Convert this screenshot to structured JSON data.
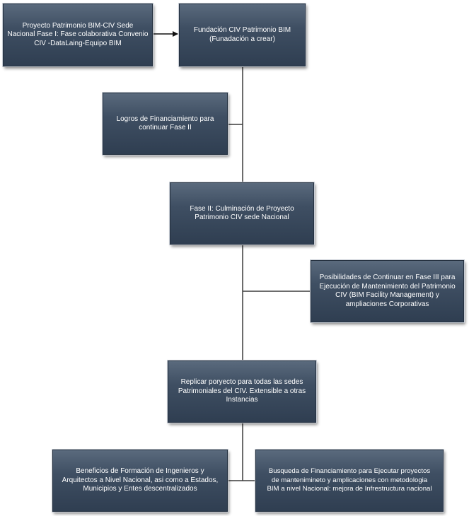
{
  "nodes": {
    "proyecto_fase1": "Proyecto Patrimonio BIM-CIV Sede\nNacional Fase I: Fase colaborativa Convenio\nCIV -DataLaing-Equipo BIM",
    "fundacion": "Fundación CIV Patrimonio BIM\n(Funadación a crear)",
    "logros": "Logros de Financiamiento para\ncontinuar Fase II",
    "fase2": "Fase II: Culminación de Proyecto\nPatrimonio CIV sede Nacional",
    "fase3": "Posibilidades de Continuar en Fase III para\nEjecución de Mantenimiento del Patrimonio\nCIV (BIM Facility Management) y\nampliaciones Corporativas",
    "replicar": "Replicar poryecto para todas las sedes\nPatrimoniales del CIV. Extensible a otras\nInstancias",
    "beneficios": "Beneficios de Formación de Ingenieros y\nArquitectos a Nivel Nacional, asi como a Estados,\nMunicipios y Entes descentralizados",
    "busqueda": "Busqueda de Financiamiento para  Ejecutar proyectos\nde mantenimineto y amplicaciones con metodologia\nBIM a nivel Nacional: mejora de Infrestructura nacional"
  },
  "colors": {
    "box_fill": "#3f4f63",
    "connector": "#3b3b3b"
  }
}
